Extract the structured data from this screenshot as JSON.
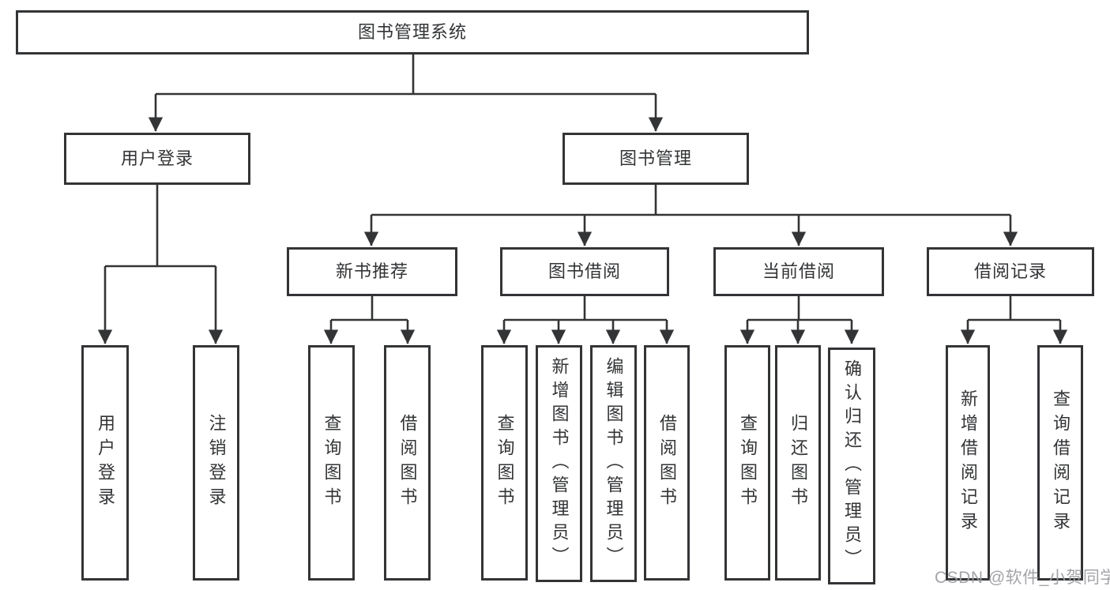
{
  "diagram": {
    "title_node": {
      "label": "图书管理系统"
    },
    "branches": [
      {
        "label": "用户登录",
        "children": [
          {
            "label": "用户登录"
          },
          {
            "label": "注销登录"
          }
        ]
      },
      {
        "label": "图书管理",
        "children": [
          {
            "label": "新书推荐",
            "children": [
              {
                "label": "查询图书"
              },
              {
                "label": "借阅图书"
              }
            ]
          },
          {
            "label": "图书借阅",
            "children": [
              {
                "label": "查询图书"
              },
              {
                "label": "新增图书（管理员）"
              },
              {
                "label": "编辑图书（管理员）"
              },
              {
                "label": "借阅图书"
              }
            ]
          },
          {
            "label": "当前借阅",
            "children": [
              {
                "label": "查询图书"
              },
              {
                "label": "归还图书"
              },
              {
                "label": "确认归还（管理员）"
              }
            ]
          },
          {
            "label": "借阅记录",
            "children": [
              {
                "label": "新增借阅记录"
              },
              {
                "label": "查询借阅记录"
              }
            ]
          }
        ]
      }
    ]
  },
  "watermark": {
    "text": "CSDN @软件_小贺同学"
  },
  "colors": {
    "line": "#333436",
    "box_border": "#333436",
    "text": "#333436",
    "watermark": "#9e9fa3",
    "background": "#ffffff"
  }
}
